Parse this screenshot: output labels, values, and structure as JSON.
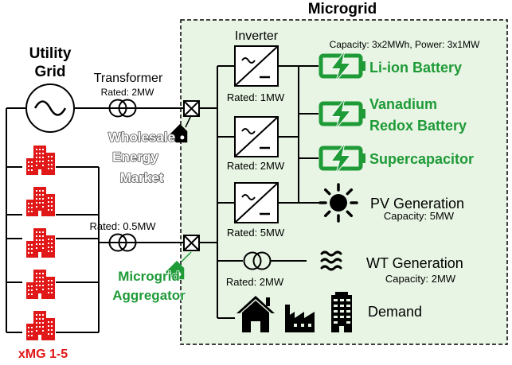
{
  "microgrid": {
    "title": "Microgrid"
  },
  "utility_grid": {
    "title_line1": "Utility",
    "title_line2": "Grid"
  },
  "transformer_top": {
    "label": "Transformer",
    "rating": "Rated: 2MW"
  },
  "transformer_bottom": {
    "rating": "Rated: 0.5MW"
  },
  "wholesale_market": {
    "line1": "Wholesale",
    "line2": "Energy",
    "line3": "Market"
  },
  "aggregator": {
    "line1": "Microgrid",
    "line2": "Aggregator"
  },
  "xmg": {
    "label": "xMG 1-5"
  },
  "inverters": {
    "title": "Inverter",
    "items": [
      {
        "rating": "Rated: 1MW"
      },
      {
        "rating": "Rated: 2MW"
      },
      {
        "rating": "Rated: 5MW"
      }
    ]
  },
  "storage": {
    "caption": "Capacity: 3x2MWh, Power: 3x1MW",
    "items": [
      {
        "line1": "Li-ion Battery",
        "line2": ""
      },
      {
        "line1": "Vanadium",
        "line2": "Redox Battery"
      },
      {
        "line1": "Supercapacitor",
        "line2": ""
      }
    ]
  },
  "pv": {
    "label": "PV Generation",
    "capacity": "Capacity: 5MW"
  },
  "wt": {
    "label": "WT Generation",
    "capacity": "Capacity: 2MW",
    "transformer_rating": "Rated: 2MW"
  },
  "demand": {
    "label": "Demand"
  },
  "colors": {
    "green": "#1e9a37",
    "panel": "#e8f5e4",
    "icon_red": "#e01818"
  }
}
